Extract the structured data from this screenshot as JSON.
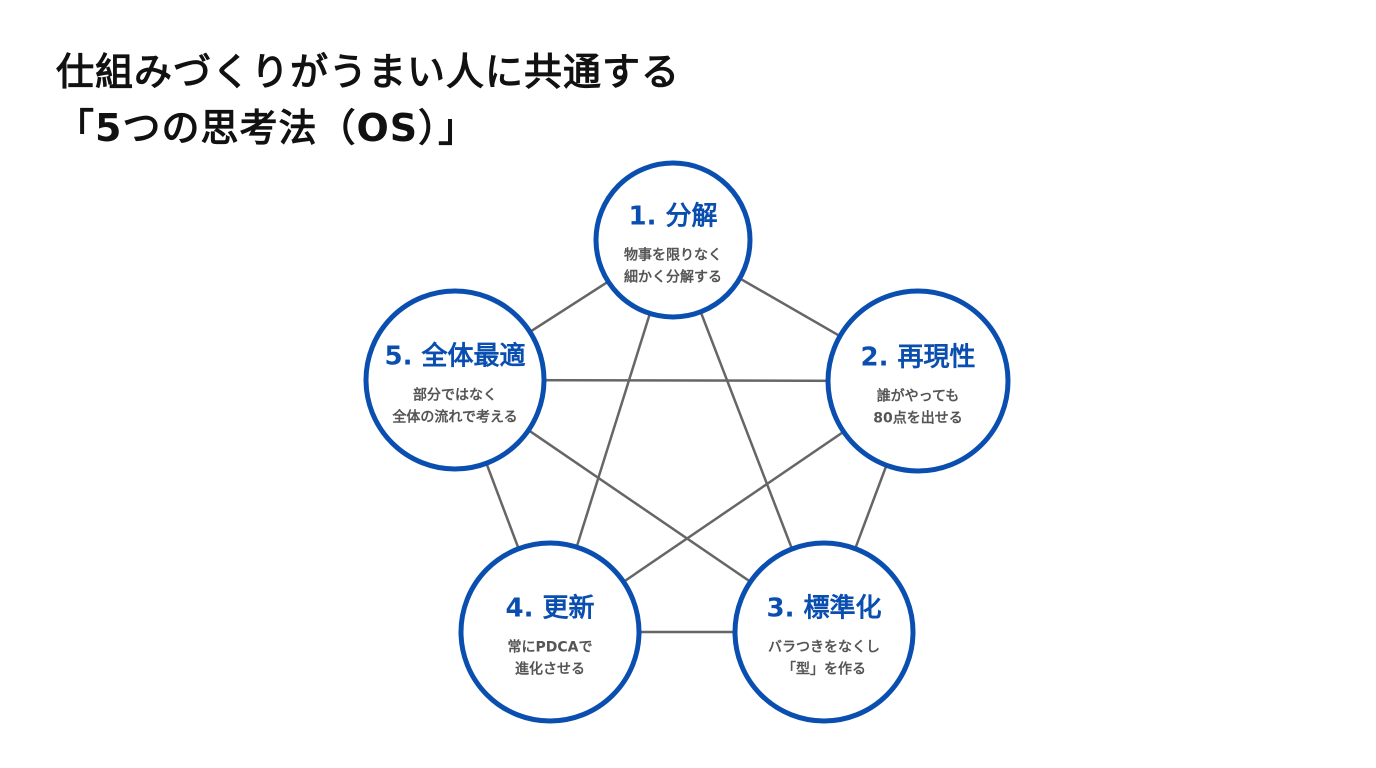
{
  "title": {
    "line1": "仕組みづくりがうまい人に共通する",
    "line2": "「5つの思考法（OS）」"
  },
  "colors": {
    "accent": "#0a4fb0",
    "line": "#666666",
    "desc": "#555555"
  },
  "nodes": [
    {
      "title": "1. 分解",
      "desc1": "物事を限りなく",
      "desc2": "細かく分解する"
    },
    {
      "title": "2. 再現性",
      "desc1": "誰がやっても",
      "desc2": "80点を出せる"
    },
    {
      "title": "3. 標準化",
      "desc1": "バラつきをなくし",
      "desc2": "「型」を作る"
    },
    {
      "title": "4. 更新",
      "desc1": "常にPDCAで",
      "desc2": "進化させる"
    },
    {
      "title": "5. 全体最適",
      "desc1": "部分ではなく",
      "desc2": "全体の流れで考える"
    }
  ]
}
